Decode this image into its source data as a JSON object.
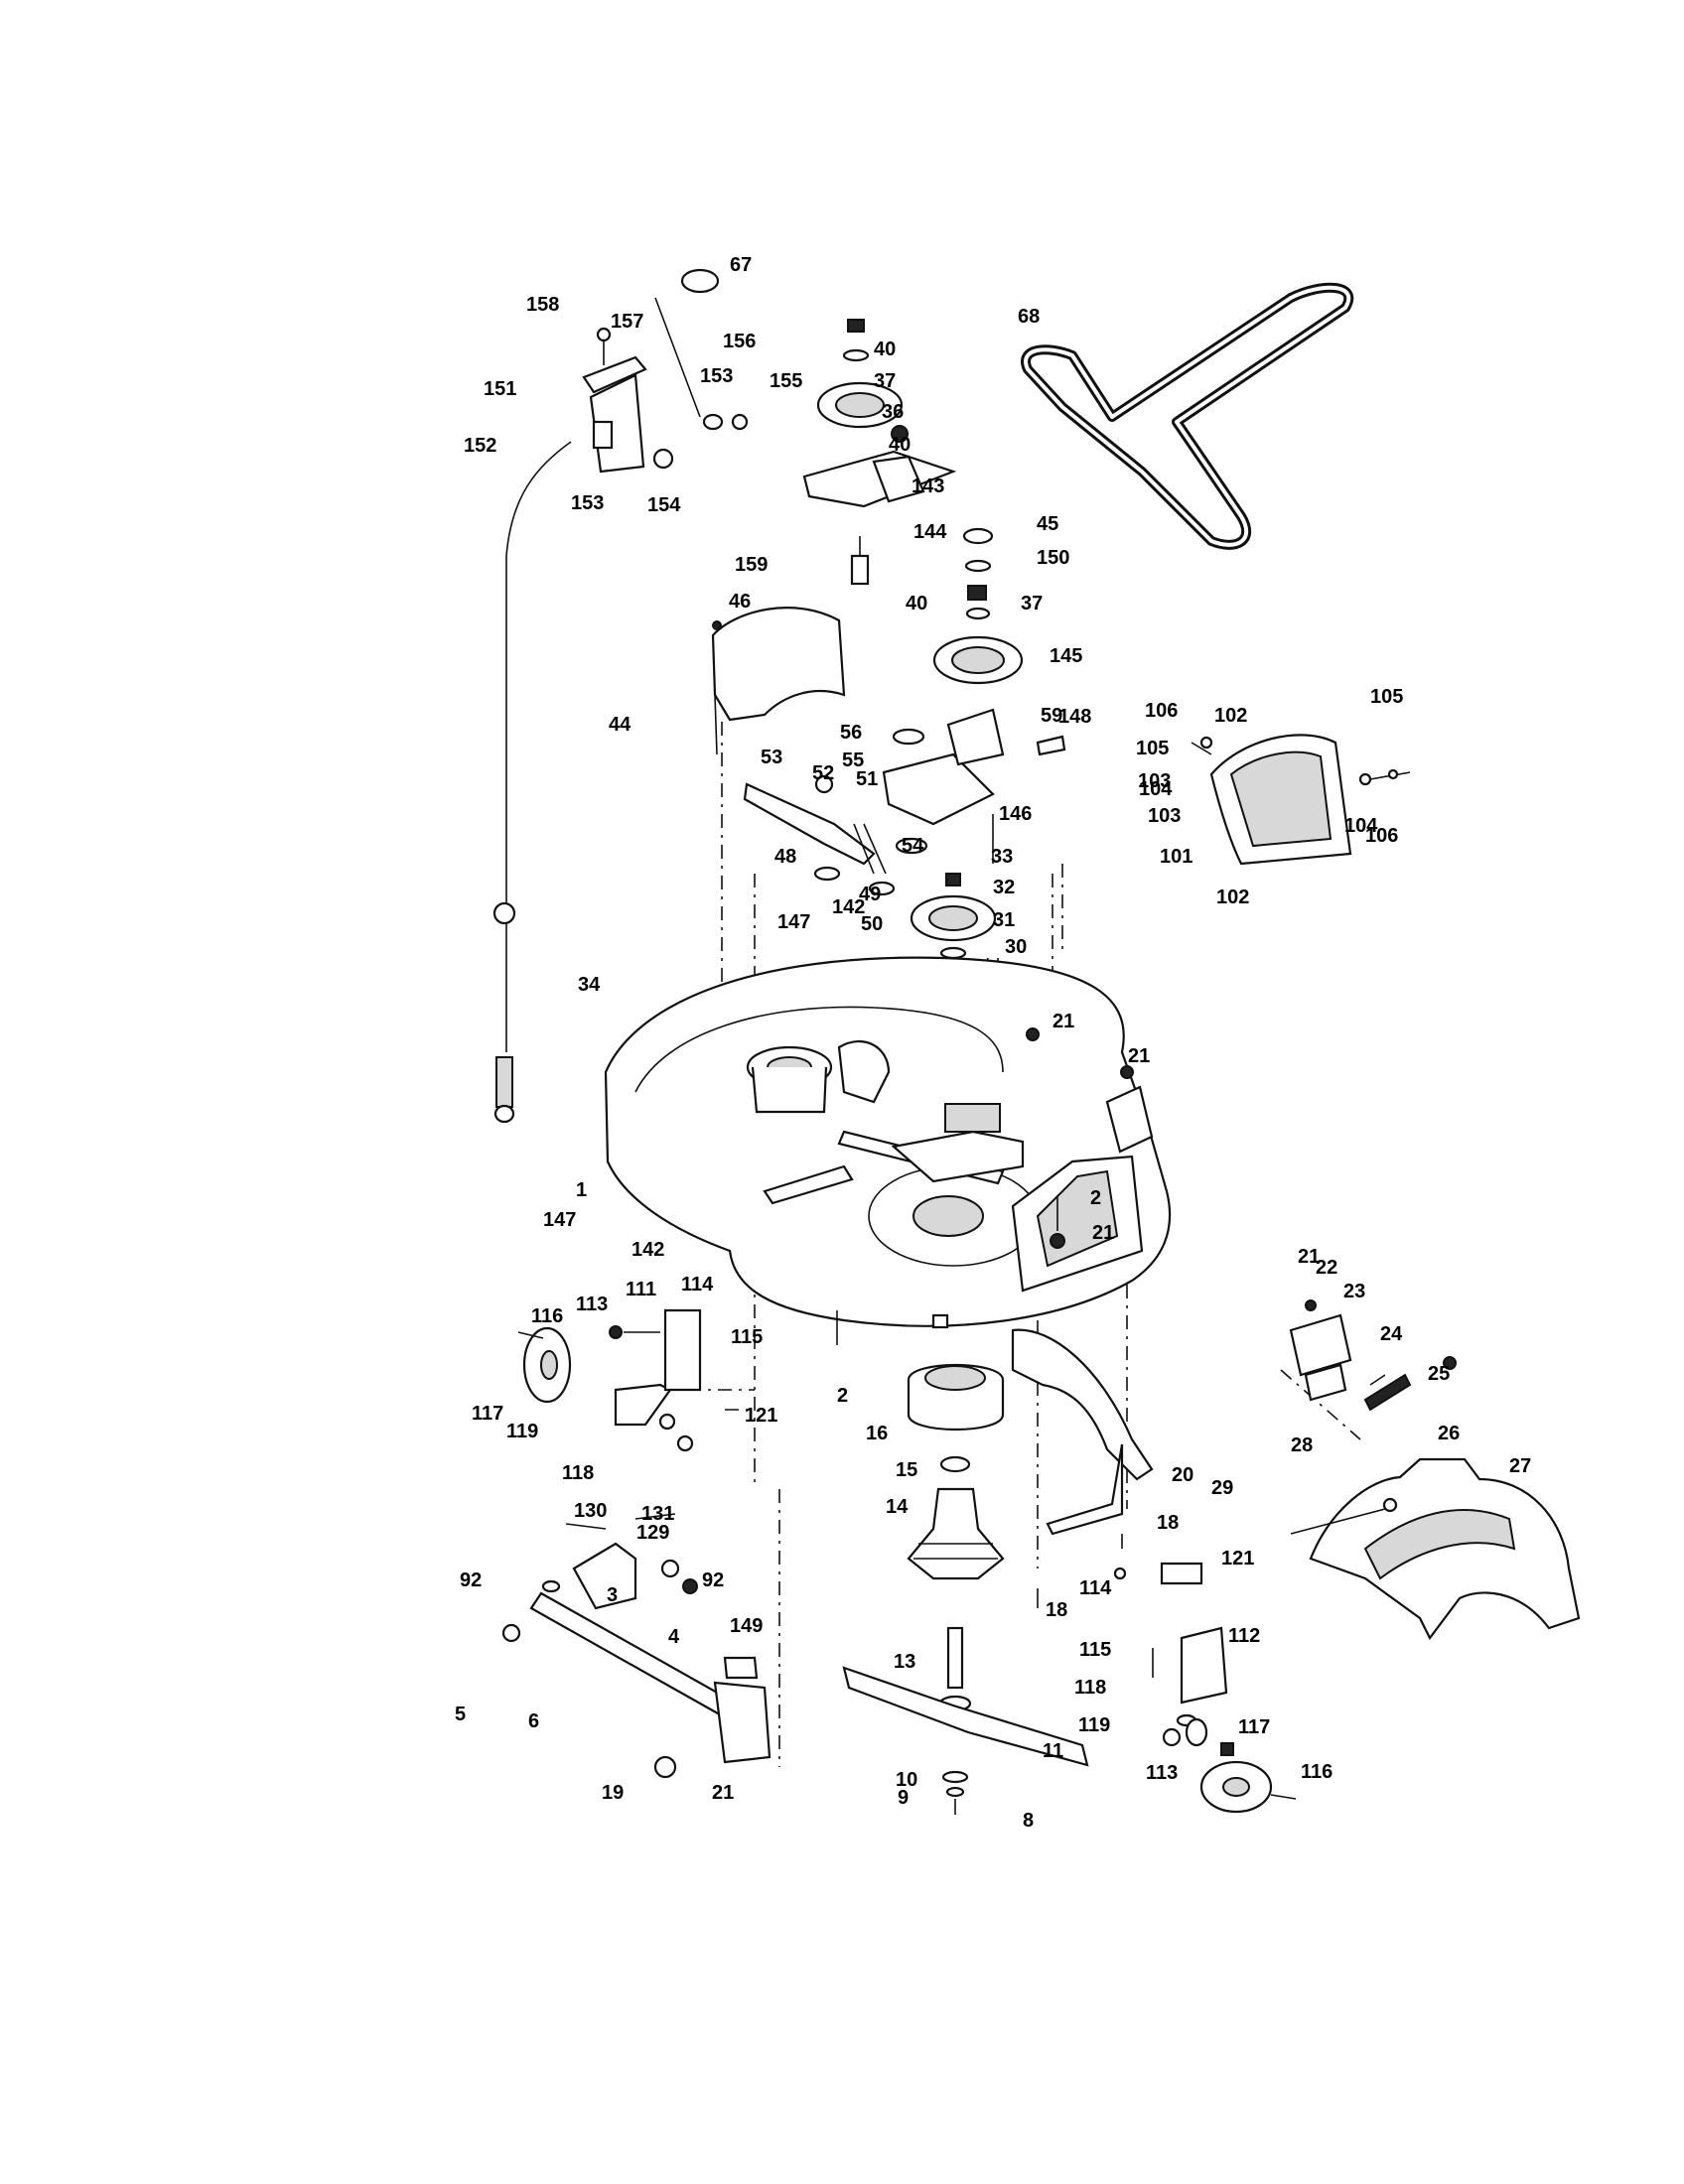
{
  "callouts": [
    "67",
    "157",
    "158",
    "151",
    "152",
    "153",
    "154",
    "156",
    "153",
    "155",
    "40",
    "37",
    "36",
    "40",
    "143",
    "144",
    "159",
    "68",
    "45",
    "150",
    "40",
    "37",
    "145",
    "46",
    "44",
    "56",
    "59",
    "148",
    "55",
    "53",
    "52",
    "51",
    "146",
    "54",
    "48",
    "49",
    "50",
    "33",
    "32",
    "31",
    "30",
    "147",
    "142",
    "34",
    "21",
    "21",
    "1",
    "147",
    "2",
    "21",
    "142",
    "114",
    "111",
    "113",
    "116",
    "115",
    "121",
    "117",
    "119",
    "118",
    "2",
    "16",
    "15",
    "14",
    "20",
    "18",
    "18",
    "114",
    "121",
    "130",
    "131",
    "129",
    "92",
    "92",
    "3",
    "4",
    "149",
    "5",
    "6",
    "21",
    "19",
    "13",
    "11",
    "10",
    "9",
    "8",
    "112",
    "115",
    "118",
    "119",
    "113",
    "117",
    "116",
    "21",
    "22",
    "23",
    "24",
    "25",
    "26",
    "28",
    "29",
    "27",
    "106",
    "102",
    "103",
    "105",
    "105",
    "104",
    "103",
    "101",
    "104",
    "106",
    "102"
  ]
}
